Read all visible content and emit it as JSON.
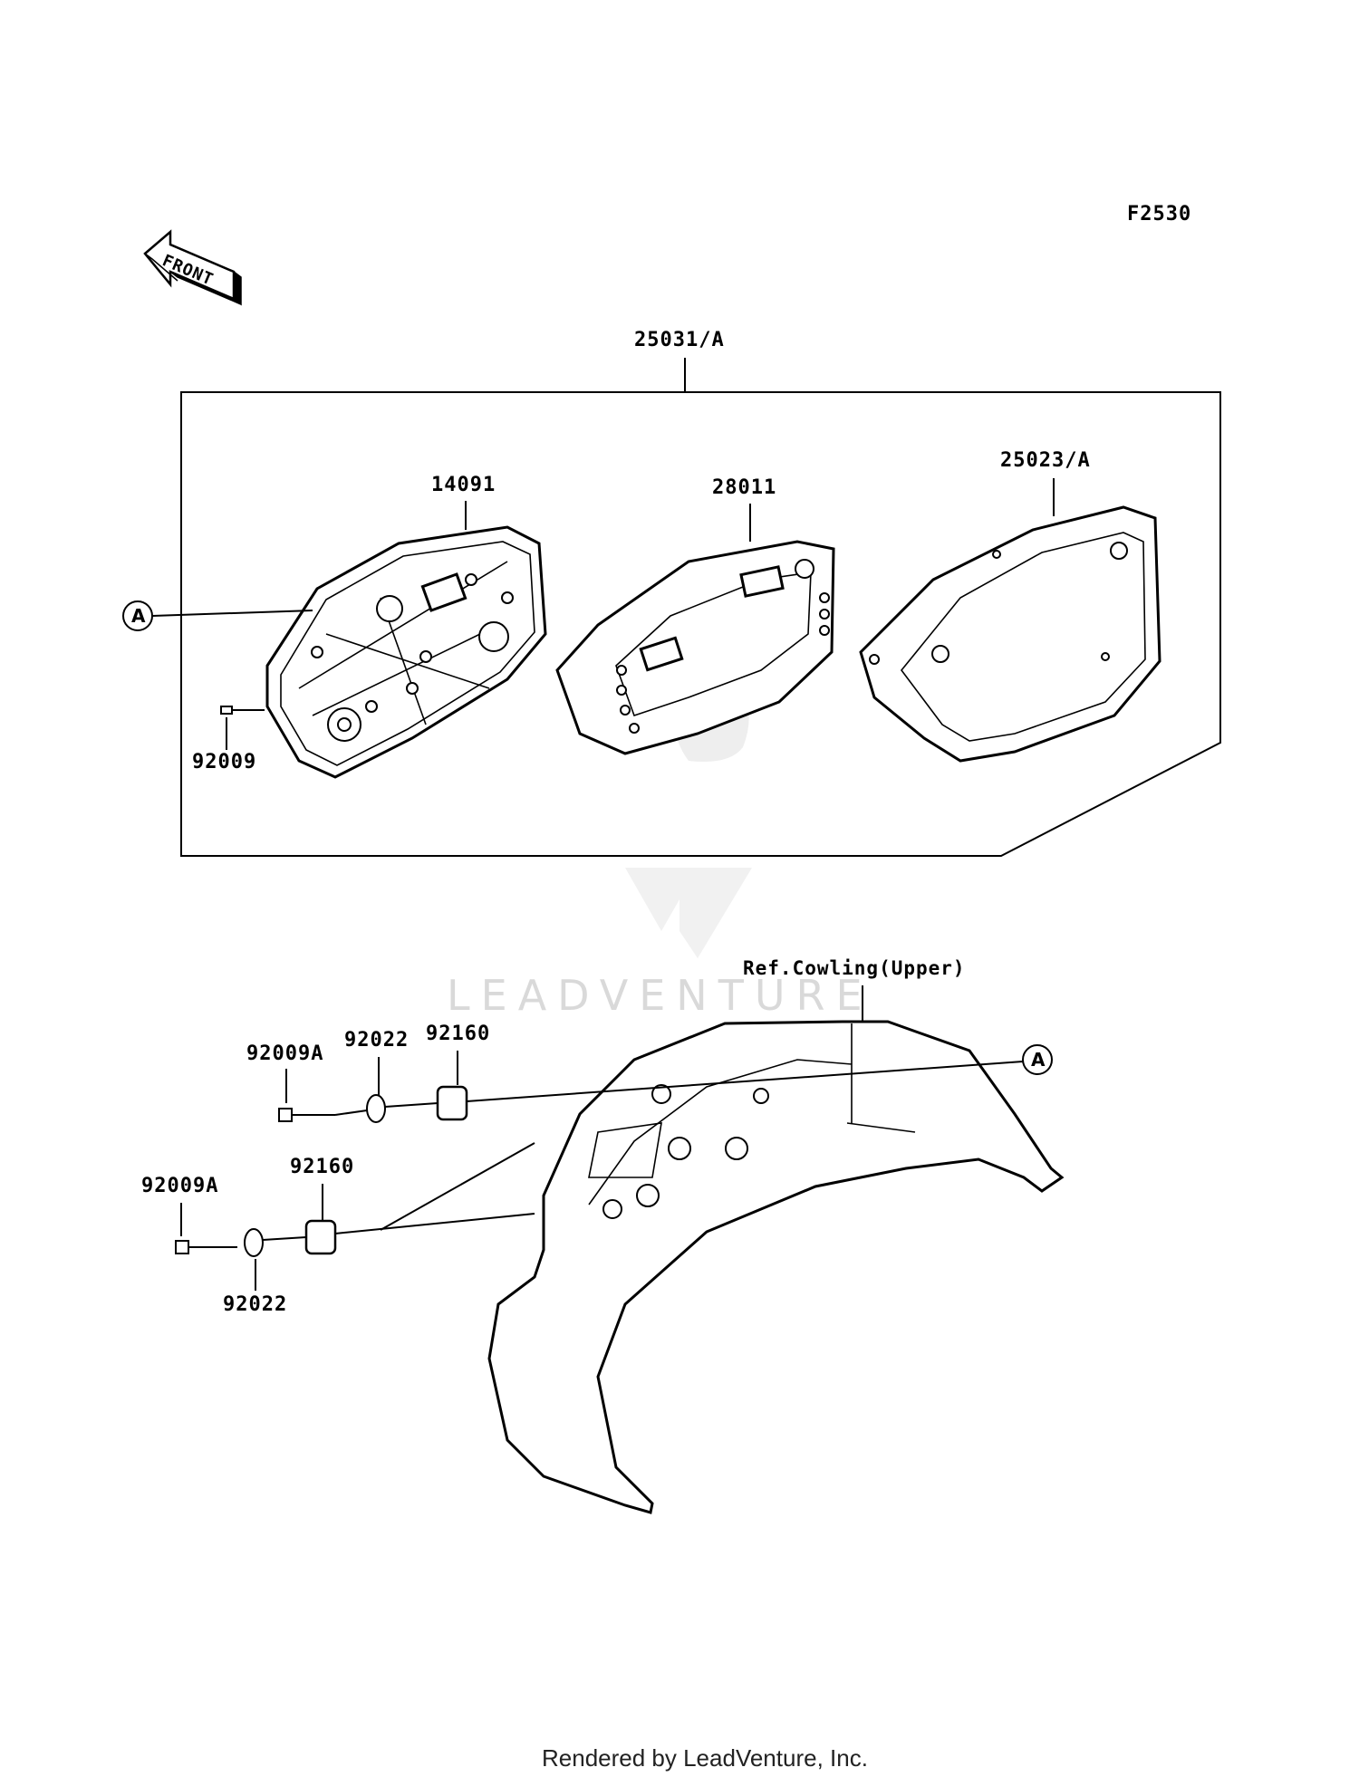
{
  "figure_code": "F2530",
  "front_arrow": {
    "text": "FRONT",
    "icon": "front-direction-arrow-icon"
  },
  "assembly": {
    "part_no": "25031/A"
  },
  "parts": {
    "case_lower": "14091",
    "meter_unit": "28011",
    "case_upper": "25023/A",
    "screw_top": "92009"
  },
  "mounting": {
    "reference_label": "Ref.Cowling(Upper)",
    "upper_row": {
      "screw": "92009A",
      "washer": "92022",
      "damper": "92160"
    },
    "lower_row": {
      "screw": "92009A",
      "washer": "92022",
      "damper": "92160"
    }
  },
  "callouts": {
    "left": "A",
    "right": "A"
  },
  "watermark": "LEADVENTURE",
  "footer": "Rendered by LeadVenture, Inc."
}
